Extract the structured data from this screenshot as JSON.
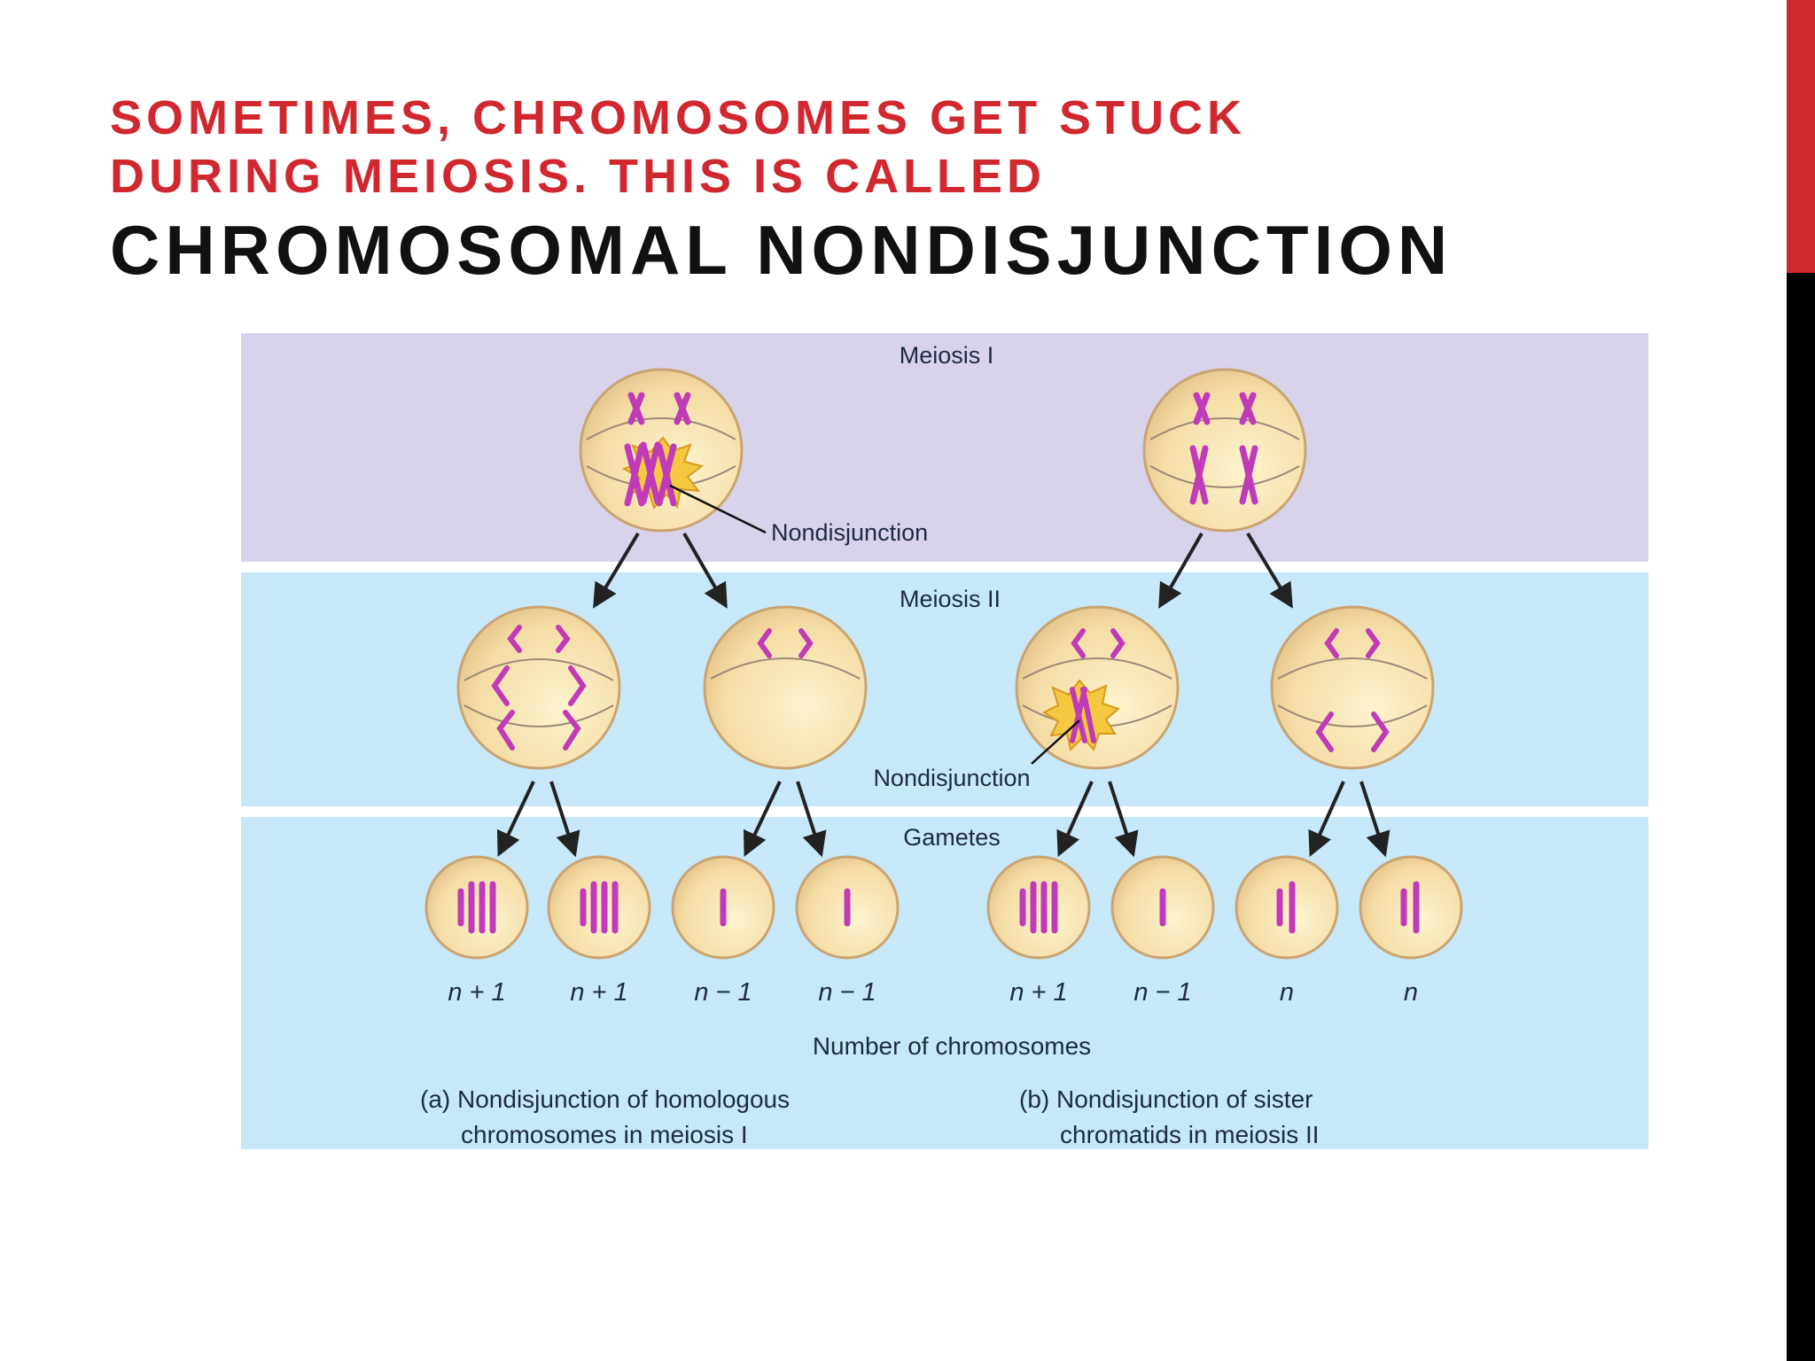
{
  "slide": {
    "title_line1": "SOMETIMES, CHROMOSOMES GET STUCK",
    "title_line2": "DURING MEIOSIS. THIS IS CALLED",
    "title_line3": "CHROMOSOMAL NONDISJUNCTION"
  },
  "colors": {
    "accent_red": "#d1272f",
    "accent_black": "#000000",
    "meiosis_band": "#d8d2ea",
    "lower_band": "#c6e8f8",
    "cell_fill": "#f7e3a8",
    "chromosome": "#c13ab8",
    "burst": "#f5c842"
  },
  "diagram": {
    "stage_meiosis1": "Meiosis I",
    "stage_meiosis2": "Meiosis II",
    "stage_gametes": "Gametes",
    "nondisjunction_label_1": "Nondisjunction",
    "nondisjunction_label_2": "Nondisjunction",
    "number_caption": "Number of chromosomes",
    "gamete_labels": [
      "n + 1",
      "n + 1",
      "n − 1",
      "n − 1",
      "n + 1",
      "n − 1",
      "n",
      "n"
    ],
    "caption_a_line1": "(a) Nondisjunction of homologous",
    "caption_a_line2": "chromosomes in meiosis I",
    "caption_b_line1": "(b) Nondisjunction of sister",
    "caption_b_line2": "chromatids in meiosis II"
  }
}
